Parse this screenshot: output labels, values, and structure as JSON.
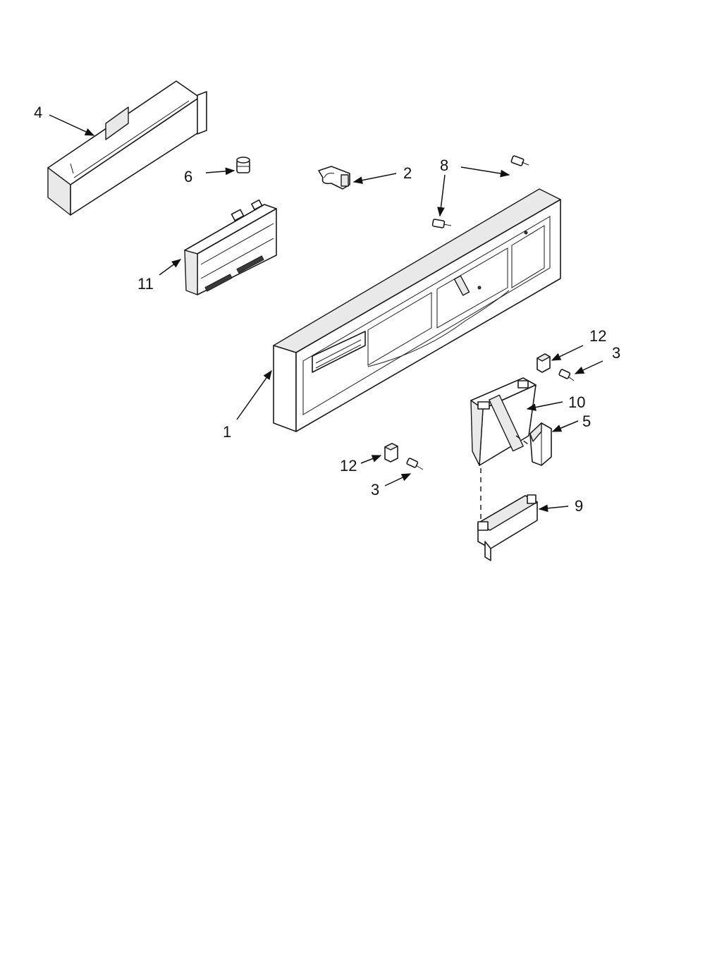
{
  "callouts": {
    "c1": "1",
    "c2": "2",
    "c3a": "3",
    "c3b": "3",
    "c4": "4",
    "c5": "5",
    "c6": "6",
    "c8": "8",
    "c9": "9",
    "c10": "10",
    "c11": "11",
    "c12a": "12",
    "c12b": "12"
  }
}
